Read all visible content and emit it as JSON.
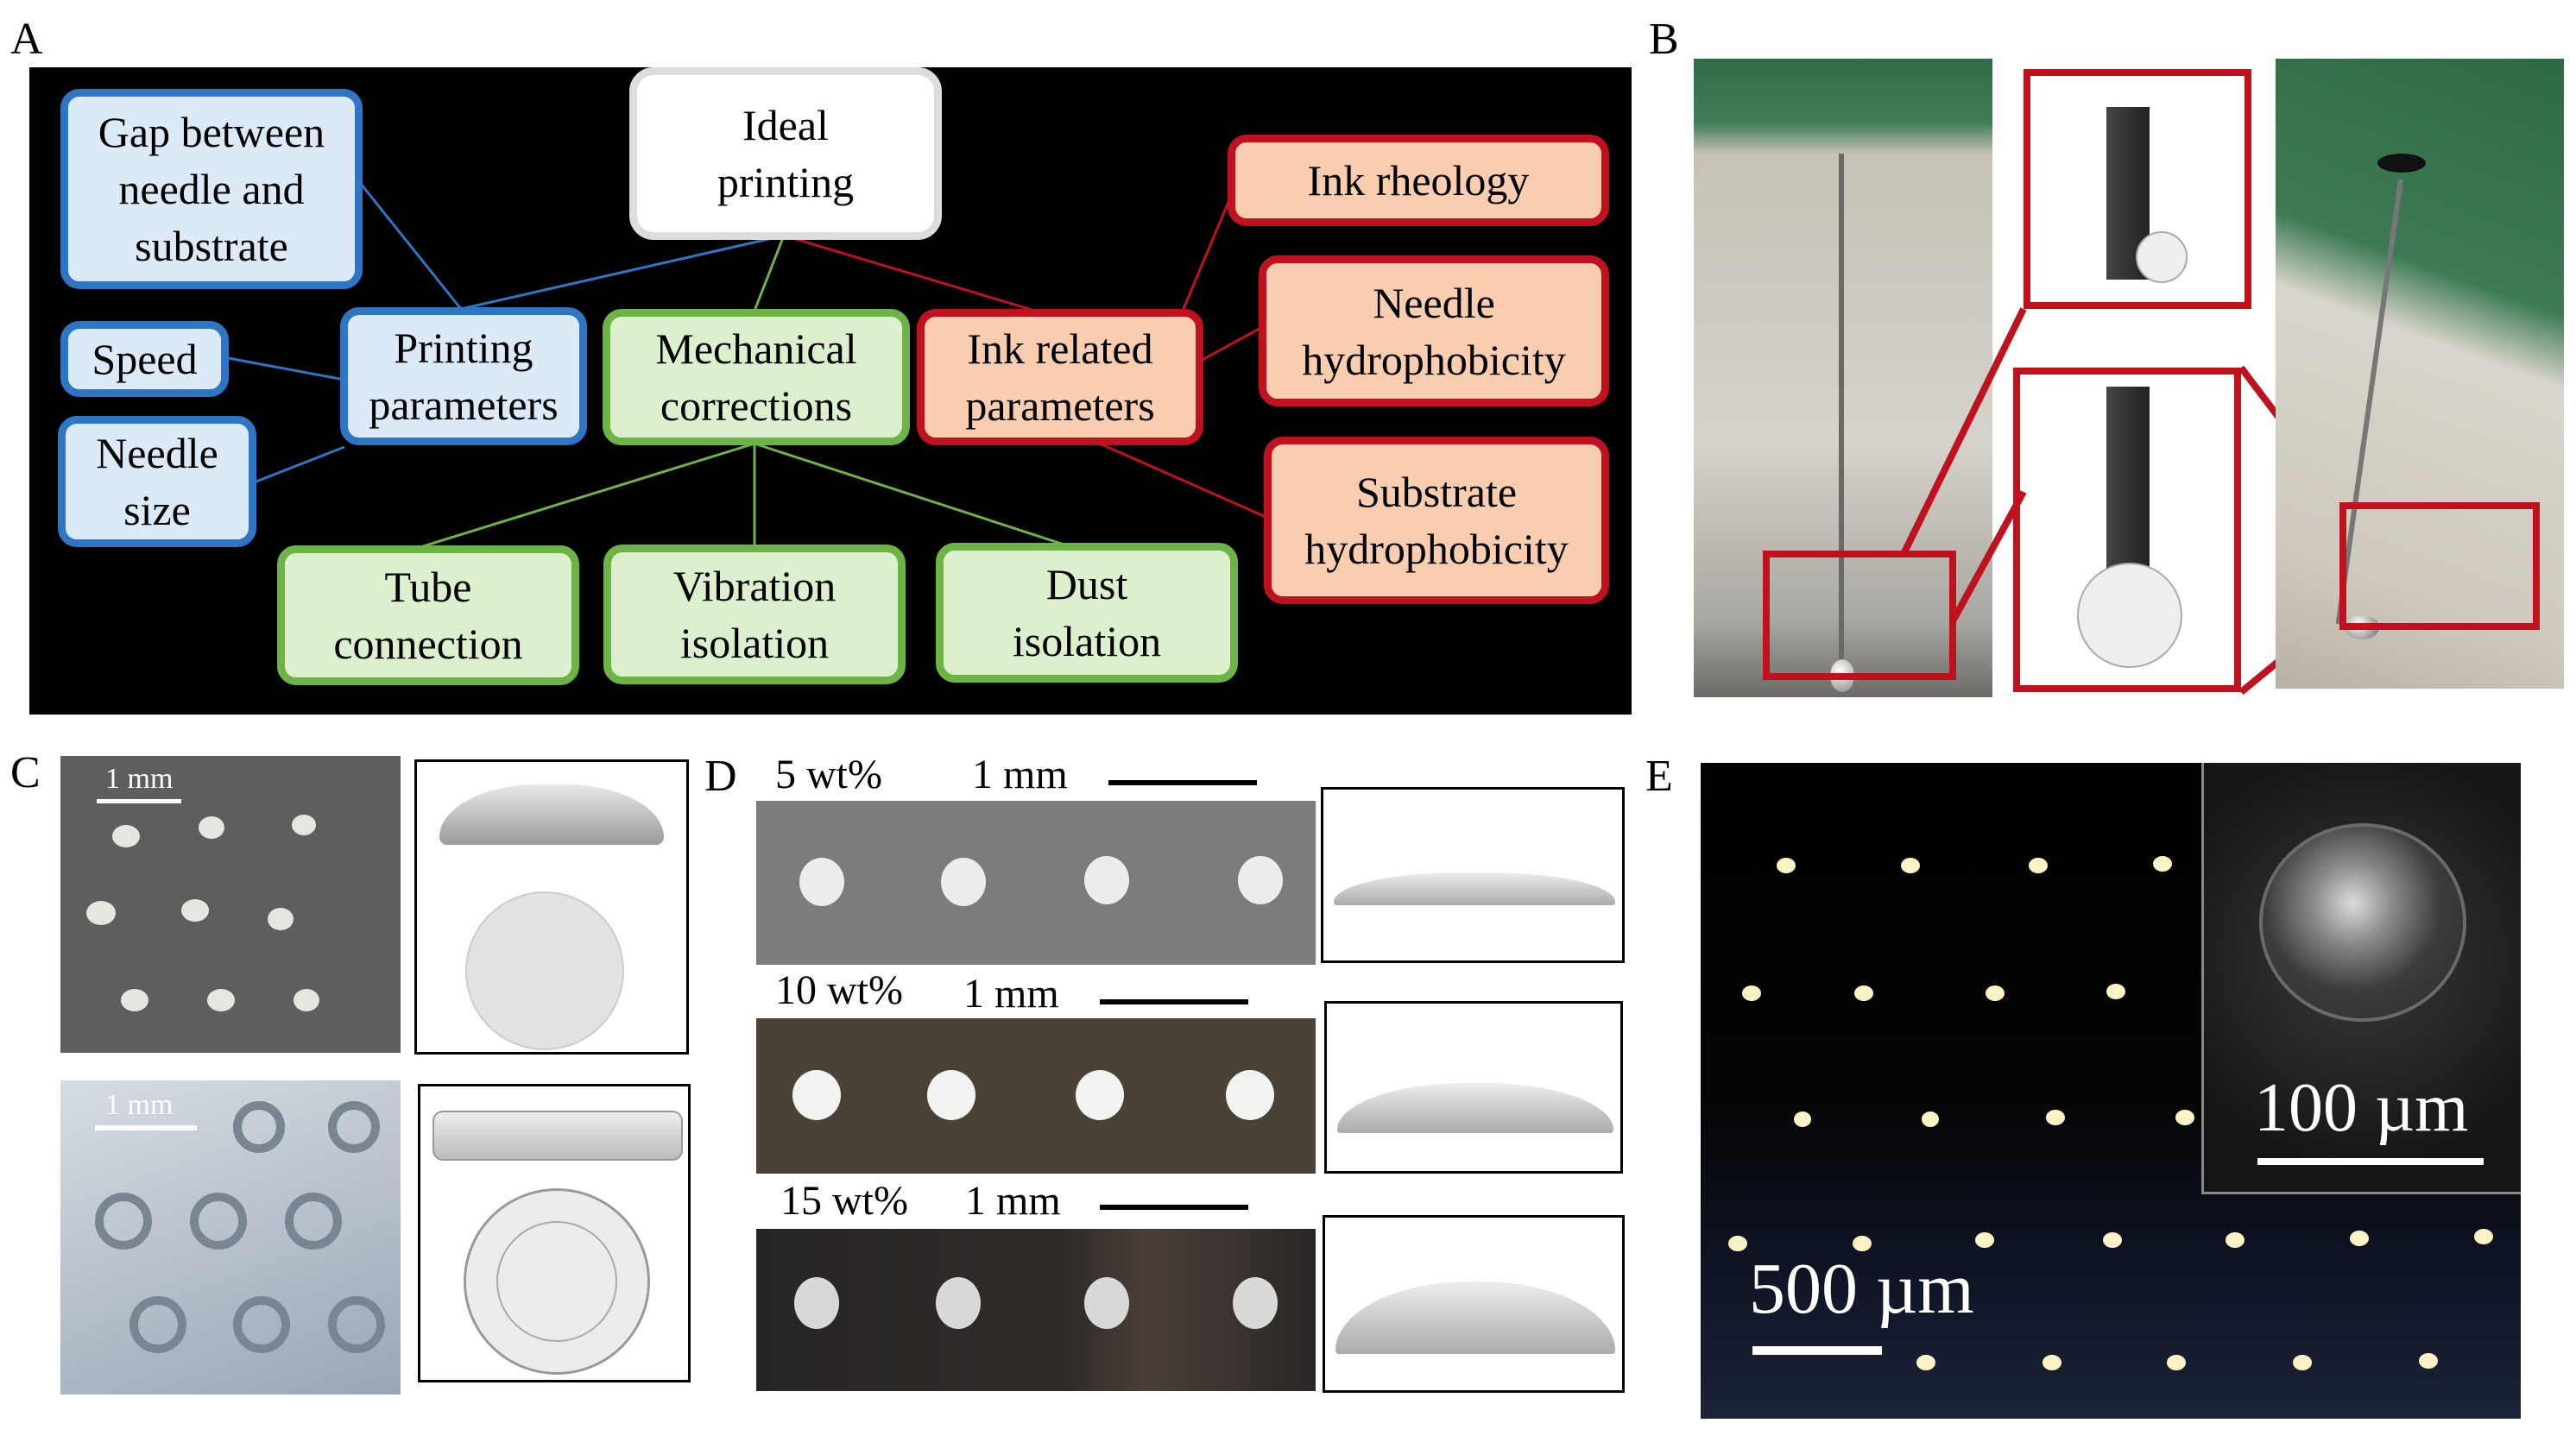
{
  "panels": {
    "a": "A",
    "b": "B",
    "c": "C",
    "d": "D",
    "e": "E"
  },
  "diagram": {
    "root": "Ideal\nprinting",
    "printing_params": "Printing\nparameters",
    "mechanical": "Mechanical\ncorrections",
    "ink_params": "Ink related\nparameters",
    "gap": "Gap between\nneedle and\nsubstrate",
    "speed": "Speed",
    "needle_size": "Needle\nsize",
    "tube": "Tube\nconnection",
    "vibration": "Vibration\nisolation",
    "dust": "Dust\nisolation",
    "ink_rheology": "Ink rheology",
    "needle_hydro": "Needle\nhydrophobicity",
    "substrate_hydro": "Substrate\nhydrophobicity",
    "colors": {
      "blue": "#2e75c4",
      "green": "#6cb446",
      "red": "#c0121e"
    }
  },
  "panel_c": {
    "scale_top": "1 mm",
    "scale_bottom": "1 mm"
  },
  "panel_d": {
    "rows": [
      {
        "conc": "5 wt%",
        "scale": "1 mm"
      },
      {
        "conc": "10 wt%",
        "scale": "1 mm"
      },
      {
        "conc": "15 wt%",
        "scale": "1 mm"
      }
    ]
  },
  "panel_e": {
    "scale_main": "500 µm",
    "scale_inset": "100 µm"
  }
}
